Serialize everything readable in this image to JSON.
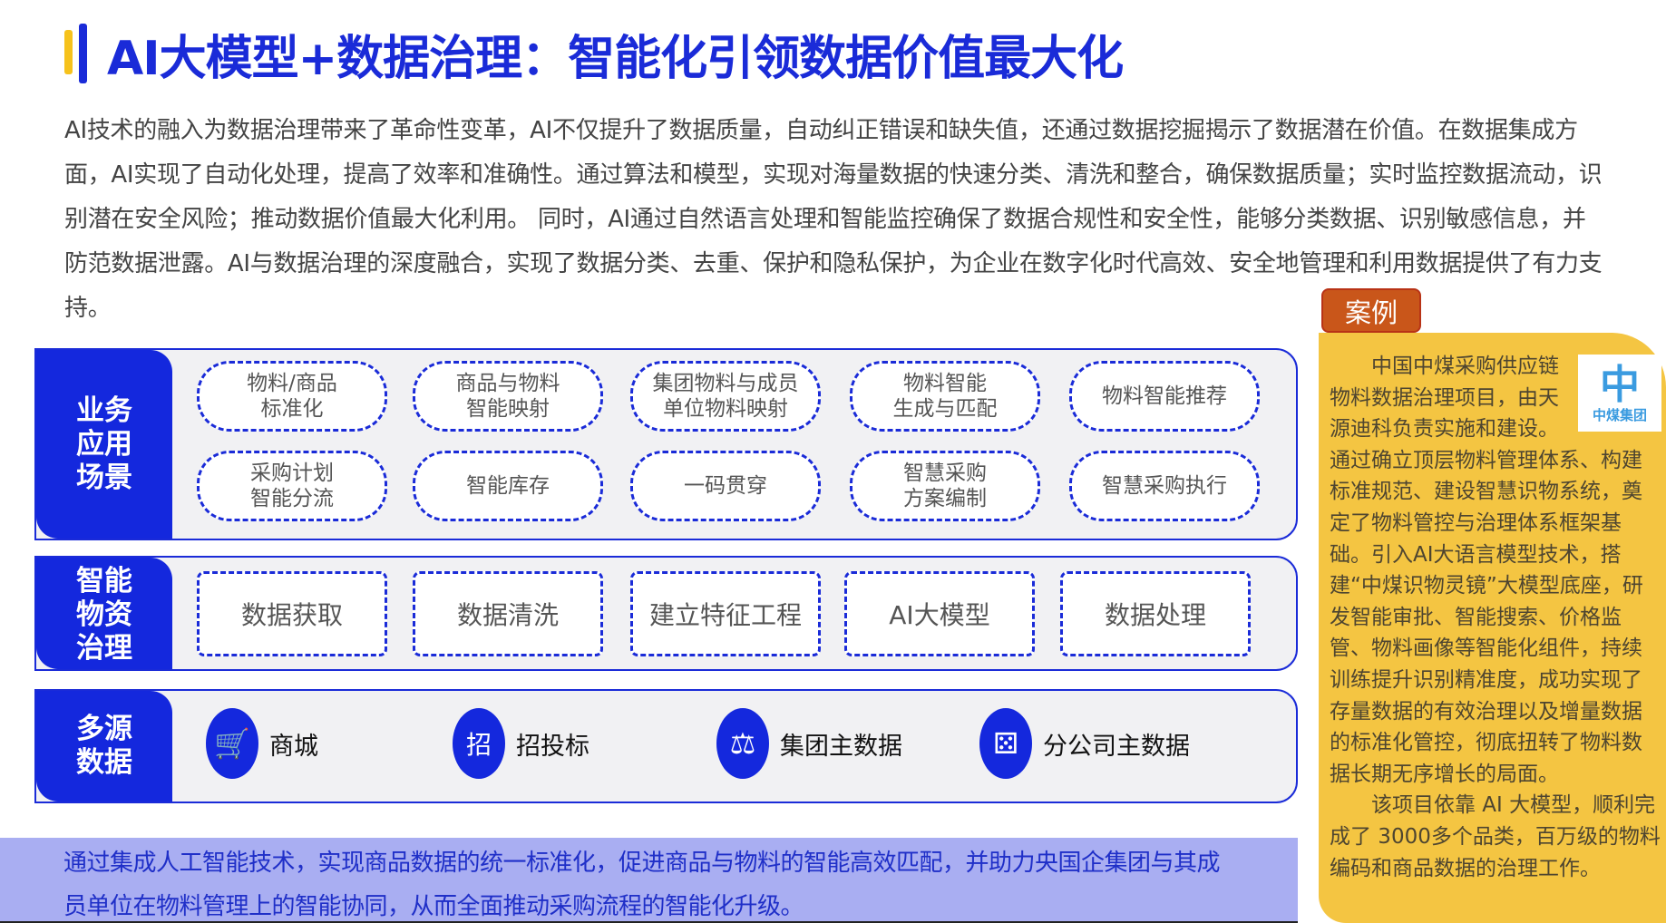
{
  "header": {
    "title": "AI大模型+数据治理：智能化引领数据价值最大化"
  },
  "intro": "AI技术的融入为数据治理带来了革命性变革，AI不仅提升了数据质量，自动纠正错误和缺失值，还通过数据挖掘揭示了数据潜在价值。在数据集成方面，AI实现了自动化处理，提高了效率和准确性。通过算法和模型，实现对海量数据的快速分类、清洗和整合，确保数据质量；实时监控数据流动，识别潜在安全风险；推动数据价值最大化利用。 同时，AI通过自然语言处理和智能监控确保了数据合规性和安全性，能够分类数据、识别敏感信息，并防范数据泄露。AI与数据治理的深度融合，实现了数据分类、去重、保护和隐私保护，为企业在数字化时代高效、安全地管理和利用数据提供了有力支持。",
  "layers": {
    "business": {
      "label": "业务应用场景",
      "items": [
        "物料/商品\n标准化",
        "商品与物料\n智能映射",
        "集团物料与成员\n单位物料映射",
        "物料智能\n生成与匹配",
        "物料智能推荐",
        "采购计划\n智能分流",
        "智能库存",
        "一码贯穿",
        "智慧采购\n方案编制",
        "智慧采购执行"
      ]
    },
    "governance": {
      "label": "智能物资治理",
      "items": [
        "数据获取",
        "数据清洗",
        "建立特征工程",
        "AI大模型",
        "数据处理"
      ]
    },
    "sources": {
      "label": "多源数据",
      "items": [
        {
          "label": "商城",
          "icon": "shopping-cart-icon",
          "glyph": "🛒"
        },
        {
          "label": "招投标",
          "icon": "bidding-icon",
          "glyph": "招"
        },
        {
          "label": "集团主数据",
          "icon": "scales-icon",
          "glyph": "⚖"
        },
        {
          "label": "分公司主数据",
          "icon": "dice-icon",
          "glyph": "⚄"
        }
      ]
    }
  },
  "summary": "通过集成人工智能技术，实现商品数据的统一标准化，促进商品与物料的智能高效匹配，并助力央国企集团与其成\n员单位在物料管理上的智能协同，从而全面推动采购流程的智能化升级。",
  "case": {
    "label": "案例",
    "logo_text": "中煤集团",
    "text": "　　中国中煤采购供应链物料数据治理项目，由天源迪科负责实施和建设。通过确立顶层物料管理体系、构建标准规范、建设智慧识物系统，奠定了物料管控与治理体系框架基础。引入AI大语言模型技术，搭建“中煤识物灵镜”大模型底座，研发智能审批、智能搜索、价格监管、物料画像等智能化组件，持续训练提升识别精准度，成功实现了存量数据的有效治理以及增量数据的标准化管控，彻底扭转了物料数据长期无序增长的局面。\n　　该项目依靠 AI 大模型，顺利完成了 3000多个品类，百万级的物料编码和商品数据的治理工作。"
  },
  "colors": {
    "primary": "#1428dd",
    "accent": "#f6c21c",
    "panel": "#f4c542",
    "case_label": "#c9561a",
    "band": "#a9aef2"
  }
}
